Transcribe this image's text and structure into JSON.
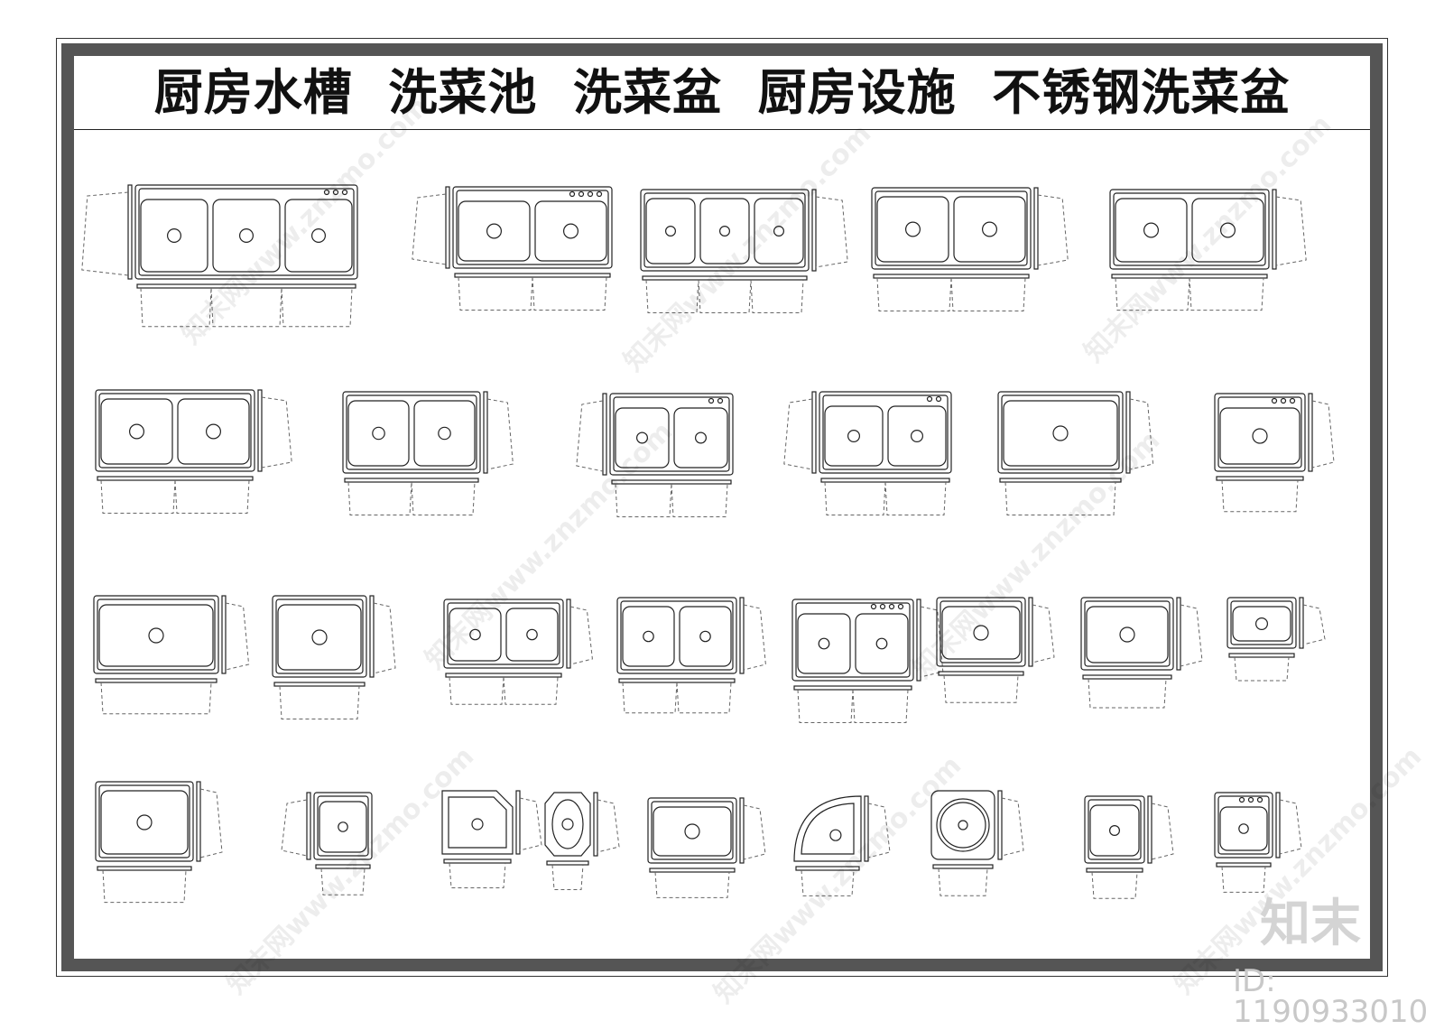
{
  "title": "厨房水槽  洗菜池  洗菜盆  厨房设施  不锈钢洗菜盆",
  "watermark": "知末网www.znzmo.com",
  "brand": "知末",
  "id_label": "ID: 1190933010",
  "colors": {
    "frame": "#555555",
    "line": "#222222",
    "dash": "#666666",
    "watermark": "#000000"
  },
  "sink_symbols": [
    {
      "row": 1,
      "kind": "drainboard",
      "name": "sink-1-1"
    },
    {
      "row": 1,
      "kind": "double-oval-top",
      "name": "sink-1-2"
    },
    {
      "row": 1,
      "kind": "triple",
      "name": "sink-1-3"
    },
    {
      "row": 1,
      "kind": "double-notched",
      "name": "sink-1-4"
    },
    {
      "row": 1,
      "kind": "double",
      "name": "sink-1-5"
    },
    {
      "row": 2,
      "kind": "double-angled",
      "name": "sink-2-1"
    },
    {
      "row": 2,
      "kind": "large-small",
      "name": "sink-2-2"
    },
    {
      "row": 2,
      "kind": "double-curved",
      "name": "sink-2-3"
    },
    {
      "row": 2,
      "kind": "round-prep",
      "name": "sink-2-4"
    },
    {
      "row": 2,
      "kind": "single-curved",
      "name": "sink-2-5"
    },
    {
      "row": 2,
      "kind": "single-faucet",
      "name": "sink-2-6"
    },
    {
      "row": 3,
      "kind": "single-large",
      "name": "sink-3-1"
    },
    {
      "row": 3,
      "kind": "single-wave",
      "name": "sink-3-2"
    },
    {
      "row": 3,
      "kind": "double-undermount",
      "name": "sink-3-3"
    },
    {
      "row": 3,
      "kind": "double-undermount",
      "name": "sink-3-4"
    },
    {
      "row": 3,
      "kind": "double-faucet",
      "name": "sink-3-5"
    },
    {
      "row": 3,
      "kind": "single",
      "name": "sink-3-6"
    },
    {
      "row": 3,
      "kind": "single",
      "name": "sink-3-7"
    },
    {
      "row": 3,
      "kind": "single-small",
      "name": "sink-3-8"
    },
    {
      "row": 4,
      "kind": "single-square",
      "name": "sink-4-1"
    },
    {
      "row": 4,
      "kind": "single-square",
      "name": "sink-4-2"
    },
    {
      "row": 4,
      "kind": "cut-corner",
      "name": "sink-4-3"
    },
    {
      "row": 4,
      "kind": "oval",
      "name": "sink-4-4"
    },
    {
      "row": 4,
      "kind": "single-rect",
      "name": "sink-4-5"
    },
    {
      "row": 4,
      "kind": "corner",
      "name": "sink-4-6"
    },
    {
      "row": 4,
      "kind": "round",
      "name": "sink-4-7"
    },
    {
      "row": 4,
      "kind": "bar-sink",
      "name": "sink-4-8"
    },
    {
      "row": 4,
      "kind": "single-faucet",
      "name": "sink-4-9"
    }
  ]
}
